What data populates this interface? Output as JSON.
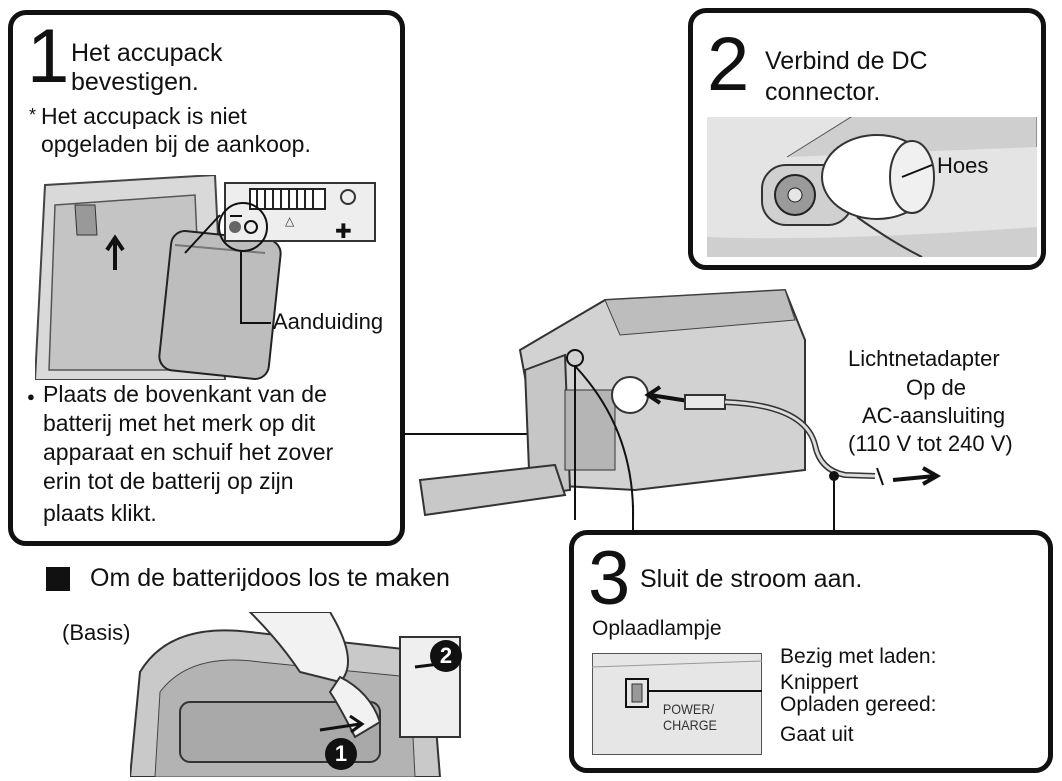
{
  "step1": {
    "number": "1",
    "title_line1": "Het accupack",
    "title_line2": "bevestigen.",
    "note_mark": "*",
    "note_line1": "Het accupack is niet",
    "note_line2": "opgeladen bij de aankoop.",
    "callout": "Aanduiding",
    "bullet": "●",
    "instr_line1": "Plaats de bovenkant van de",
    "instr_line2": "batterij met het merk op dit",
    "instr_line3": "apparaat en schuif het zover",
    "instr_line4": "erin tot de batterij op zijn",
    "instr_line5": "plaats klikt."
  },
  "step2": {
    "number": "2",
    "title_line1": "Verbind de DC",
    "title_line2": "connector.",
    "callout": "Hoes"
  },
  "adapter": {
    "label": "Lichtnetadapter",
    "line2": "Op de",
    "line3": "AC-aansluiting",
    "line4": "(110 V tot 240 V)"
  },
  "removal": {
    "title": "Om de batterijdoos los te maken",
    "basis": "(Basis)",
    "badge1": "1",
    "badge2": "2"
  },
  "step3": {
    "number": "3",
    "title": "Sluit de stroom aan.",
    "lamp_label": "Oplaadlampje",
    "status1": "Bezig met laden:",
    "status1_value": "Knippert",
    "status2": "Opladen gereed:",
    "status2_value": "Gaat uit",
    "lamp_text1": "POWER/",
    "lamp_text2": "CHARGE"
  }
}
